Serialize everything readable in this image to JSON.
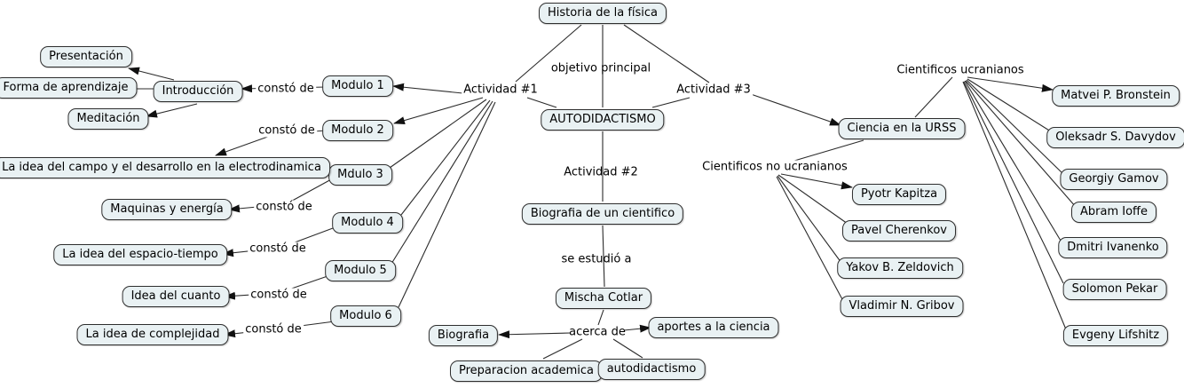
{
  "diagram": {
    "type": "concept-map",
    "topic": "Historia de la física"
  },
  "colors": {
    "background": "#ffffff",
    "node_fill": "#e9f1f3",
    "node_border": "#2e2e2e",
    "line": "#2b2b2b",
    "text": "#000000"
  },
  "nodes": {
    "historia": "Historia de la física",
    "presentacion": "Presentación",
    "forma_de_aprendizaje": "Forma de aprendizaje",
    "introduccion": "Introducción",
    "meditacion": "Meditación",
    "modulo_1": "Modulo 1",
    "modulo_2": "Modulo 2",
    "mdulo_3": "Mdulo 3",
    "campo_electrodinamica": "La idea del campo y el desarrollo en la electrodinamica",
    "maquinas_energia": "Maquinas y energía",
    "modulo_4": "Modulo 4",
    "espacio_tiempo": "La idea del espacio-tiempo",
    "modulo_5": "Modulo 5",
    "idea_cuanto": "Idea del cuanto",
    "modulo_6": "Modulo 6",
    "complejidad": "La idea de complejidad",
    "autodidactismo": "AUTODIDACTISMO",
    "biografia_cientifico": "Biografia de un cientifico",
    "mischa_cotlar": "Mischa Cotlar",
    "biografia": "Biografia",
    "aportes_ciencia": "aportes a la ciencia",
    "preparacion_academica": "Preparacion academica",
    "autodidactismo_child": "autodidactismo",
    "ciencia_urss": "Ciencia en la URSS",
    "pyotr_kapitza": "Pyotr Kapitza",
    "pavel_cherenkov": "Pavel Cherenkov",
    "yakov_zeldovich": "Yakov B. Zeldovich",
    "vladimir_gribov": "Vladimir N. Gribov",
    "matvei_bronstein": "Matvei P. Bronstein",
    "oleksadr_davydov": "Oleksadr S. Davydov",
    "georgiy_gamov": "Georgiy Gamov",
    "abram_ioffe": "Abram Ioffe",
    "dmitri_ivanenko": "Dmitri Ivanenko",
    "solomon_pekar": "Solomon Pekar",
    "evgeny_lifshitz": "Evgeny Lifshitz"
  },
  "labels": {
    "objetivo_principal": "objetivo principal",
    "actividad_1": "Actividad #1",
    "actividad_2": "Actividad #2",
    "actividad_3": "Actividad #3",
    "consto_de": "constó de",
    "se_estudio_a": "se estudió a",
    "acerca_de": "acerca de",
    "cientificos_no_ucranianos": "Cientificos no ucranianos",
    "cientificos_ucranianos": "Cientificos ucranianos"
  }
}
